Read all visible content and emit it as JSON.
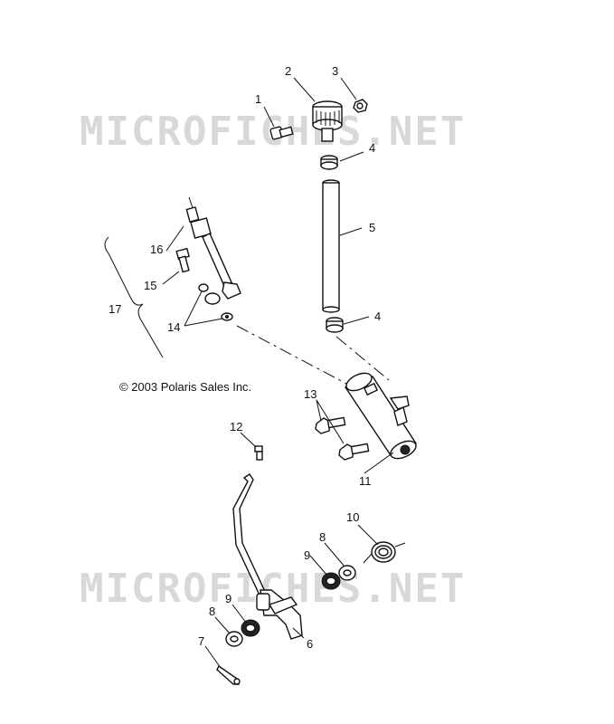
{
  "watermark": {
    "top": "MICROFICHES.NET",
    "bottom": "MICROFICHES.NET"
  },
  "copyright": "© 2003 Polaris Sales Inc.",
  "callouts": [
    "1",
    "2",
    "3",
    "4",
    "5",
    "4",
    "16",
    "15",
    "17",
    "14",
    "13",
    "12",
    "11",
    "10",
    "9",
    "8",
    "9",
    "8",
    "7",
    "6"
  ],
  "colors": {
    "line": "#111111",
    "watermark": "#d8d8d8",
    "background": "#ffffff"
  }
}
